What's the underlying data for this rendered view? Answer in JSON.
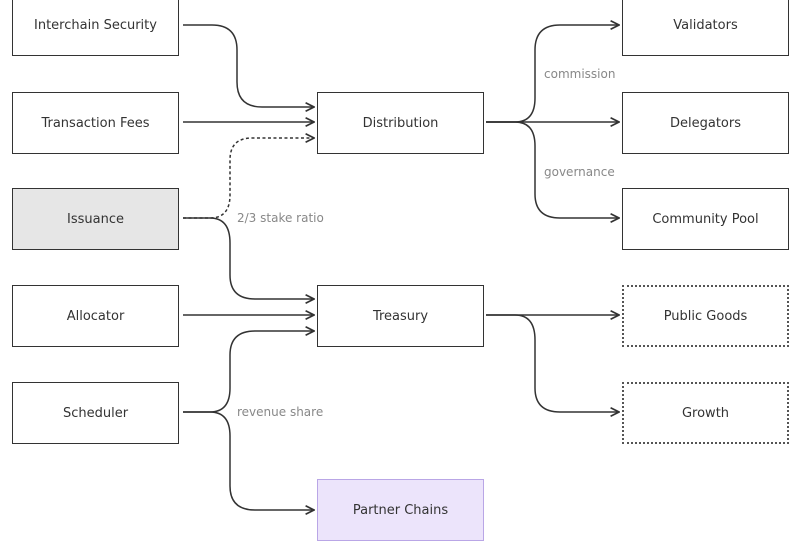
{
  "nodes": {
    "interchain_security": "Interchain Security",
    "transaction_fees": "Transaction Fees",
    "issuance": "Issuance",
    "allocator": "Allocator",
    "scheduler": "Scheduler",
    "distribution": "Distribution",
    "treasury": "Treasury",
    "partner_chains": "Partner Chains",
    "validators": "Validators",
    "delegators": "Delegators",
    "community_pool": "Community Pool",
    "public_goods": "Public Goods",
    "growth": "Growth"
  },
  "edge_labels": {
    "stake_ratio": "2/3 stake ratio",
    "commission": "commission",
    "governance": "governance",
    "revenue_share": "revenue share"
  },
  "colors": {
    "issuance_fill": "#e6e6e6",
    "partner_fill": "#ece4fb",
    "partner_border": "#b9a6e6",
    "edge": "#333333",
    "label": "#888888"
  }
}
